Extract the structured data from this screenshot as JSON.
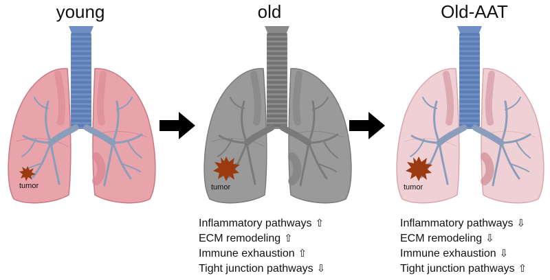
{
  "panels": [
    {
      "title": "young",
      "tumor_label": "tumor",
      "colors": {
        "lung": "#e8a3ab",
        "lung_stroke": "#c77a84",
        "lobe_shade": "#d98591",
        "airway": "#8a9dba",
        "airway_fill": "#7d91b3",
        "trachea": "#6f8fc6",
        "trachea_ring": "#4f71a8",
        "tumor": "#9a3a0e"
      }
    },
    {
      "title": "old",
      "tumor_label": "tumor",
      "colors": {
        "lung": "#9a9a9a",
        "lung_stroke": "#7a7a7a",
        "lobe_shade": "#7f7f7f",
        "airway": "#7a7a7a",
        "airway_fill": "#7a7a7a",
        "trachea": "#8a8a8a",
        "trachea_ring": "#5f5f5f",
        "tumor": "#9a3a0e"
      }
    },
    {
      "title": "Old-AAT",
      "tumor_label": "tumor",
      "colors": {
        "lung": "#efd0d4",
        "lung_stroke": "#d8a7ae",
        "lobe_shade": "#d08a94",
        "airway": "#8a9dba",
        "airway_fill": "#8a9dba",
        "trachea": "#6f8fc6",
        "trachea_ring": "#4f71a8",
        "tumor": "#9a3a0e"
      }
    }
  ],
  "changes": {
    "old": [
      {
        "label": "Inflammatory pathways",
        "direction": "⇧"
      },
      {
        "label": "ECM remodeling",
        "direction": "⇧"
      },
      {
        "label": "Immune exhaustion",
        "direction": "⇧"
      },
      {
        "label": "Tight junction pathways",
        "direction": "⇩"
      }
    ],
    "aat": [
      {
        "label": "Inflammatory pathways",
        "direction": "⇩"
      },
      {
        "label": "ECM remodeling",
        "direction": "⇩"
      },
      {
        "label": "Immune exhaustion",
        "direction": "⇩"
      },
      {
        "label": "Tight junction pathways",
        "direction": "⇧"
      }
    ]
  },
  "arrow_color": "#000000"
}
